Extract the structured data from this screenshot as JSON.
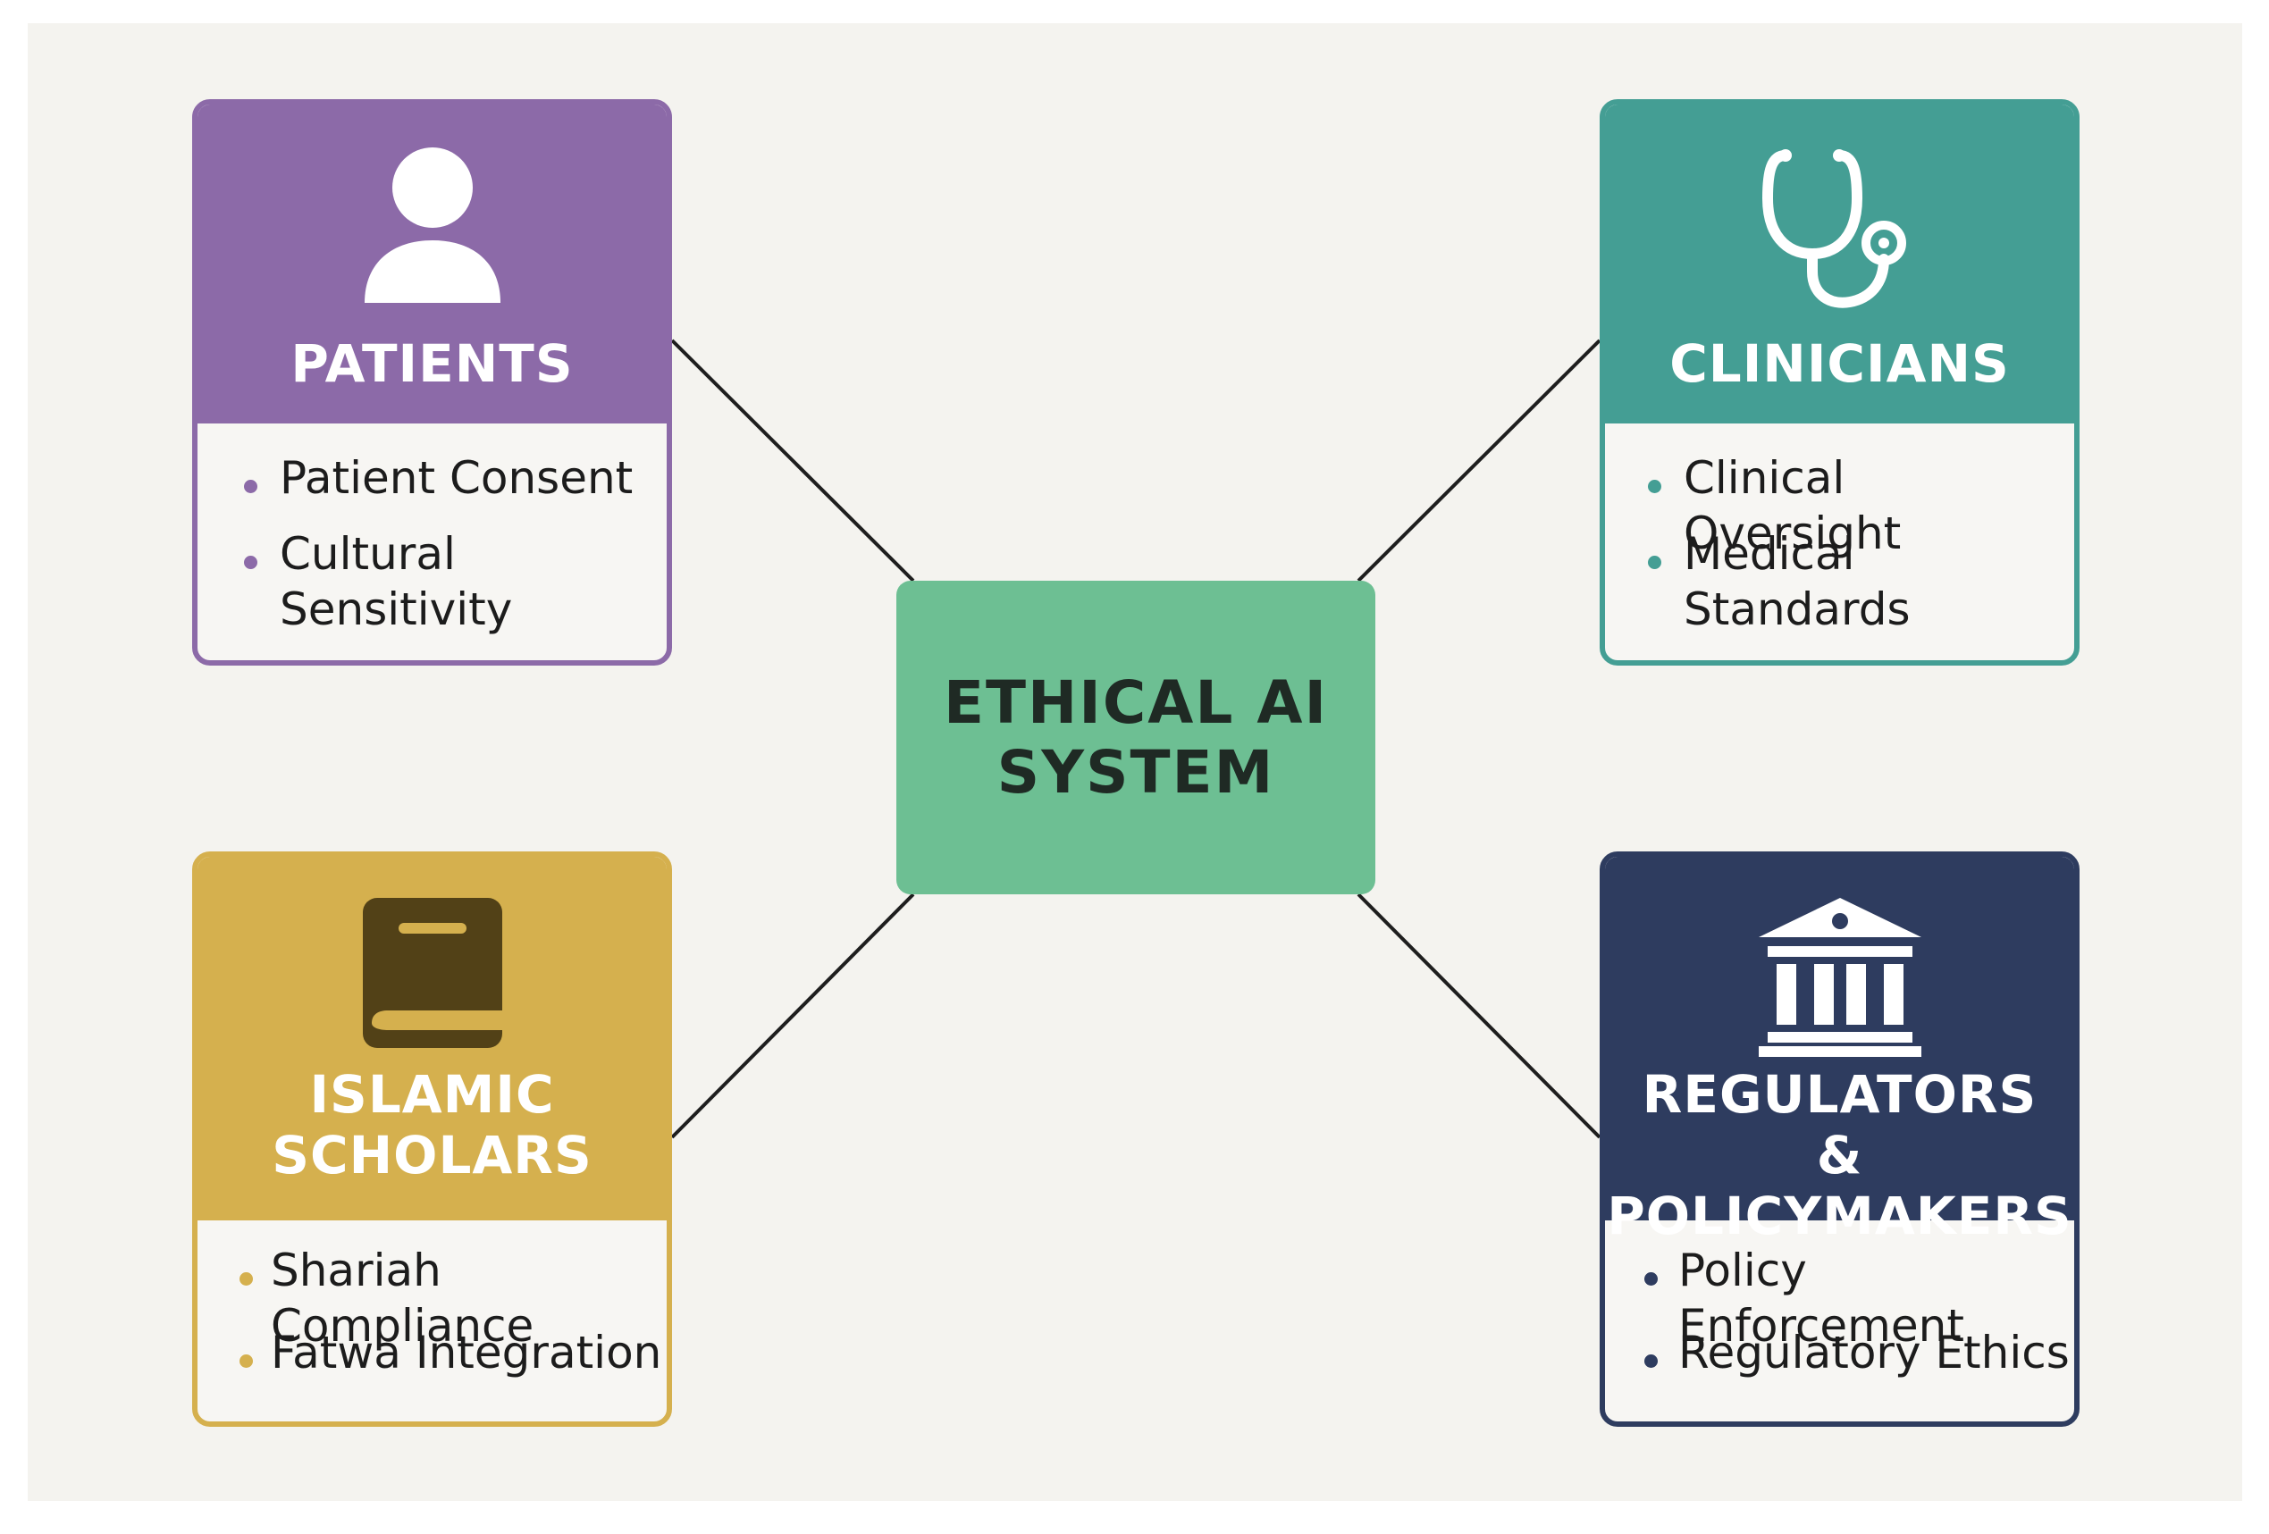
{
  "center": {
    "label_line1": "ETHICAL AI",
    "label_line2": "SYSTEM"
  },
  "patients": {
    "title": "PATIENTS",
    "icon": "person-icon",
    "color": "#8c6aa8",
    "items": [
      "Patient Consent",
      "Cultural",
      "Sensitivity"
    ]
  },
  "clinicians": {
    "title": "CLINICIANS",
    "icon": "stethoscope-icon",
    "color": "#449e94",
    "items": [
      "Clinical Oversight",
      "Medical",
      "Standards"
    ]
  },
  "scholars": {
    "title_line1": "ISLAMIC",
    "title_line2": "SCHOLARS",
    "icon": "book-icon",
    "color": "#d5b04e",
    "items": [
      "Shariah Compliance",
      "Fatwa Integration"
    ]
  },
  "regulators": {
    "title_line1": "REGULATORS",
    "title_line2": "& POLICYMAKERS",
    "icon": "government-building-icon",
    "color": "#2e3c5f",
    "items": [
      "Policy Enforcement",
      "Regulatory Ethics"
    ]
  }
}
